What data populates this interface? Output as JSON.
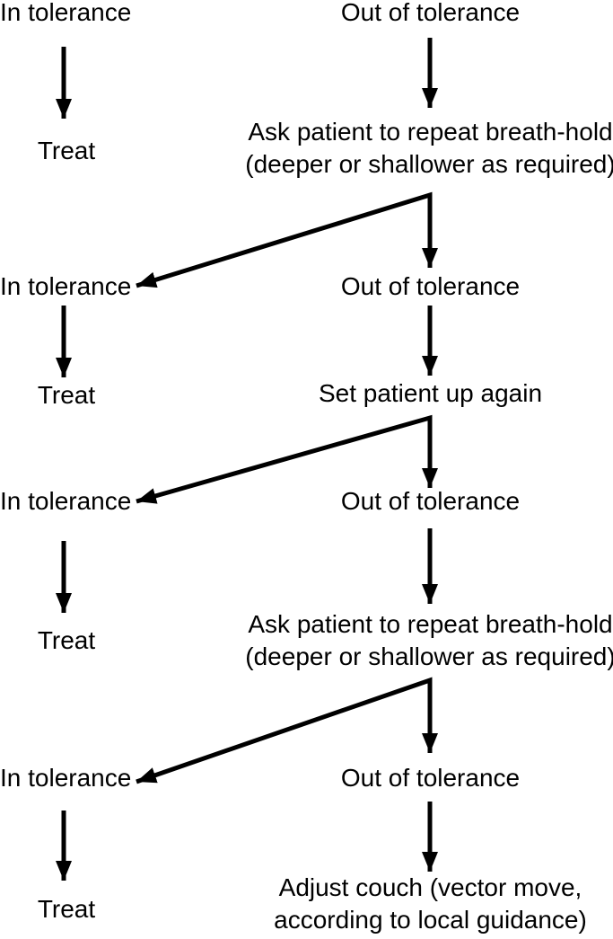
{
  "diagram": {
    "colors": {
      "background": "#ffffff",
      "text": "#000000",
      "arrow": "#000000"
    },
    "stages": [
      {
        "in_label": "In tolerance",
        "out_label": "Out of tolerance",
        "in_action": "Treat",
        "out_action_lines": [
          "Ask patient to repeat breath-hold",
          "(deeper or shallower as required)"
        ]
      },
      {
        "in_label": "In tolerance",
        "out_label": "Out of tolerance",
        "in_action": "Treat",
        "out_action_lines": [
          "Set patient up again"
        ]
      },
      {
        "in_label": "In tolerance",
        "out_label": "Out of tolerance",
        "in_action": "Treat",
        "out_action_lines": [
          "Ask patient to repeat breath-hold",
          "(deeper or shallower as required)"
        ]
      },
      {
        "in_label": "In tolerance",
        "out_label": "Out of tolerance",
        "in_action": "Treat",
        "out_action_lines": [
          "Adjust couch (vector move,",
          "according to local guidance)"
        ]
      }
    ]
  }
}
